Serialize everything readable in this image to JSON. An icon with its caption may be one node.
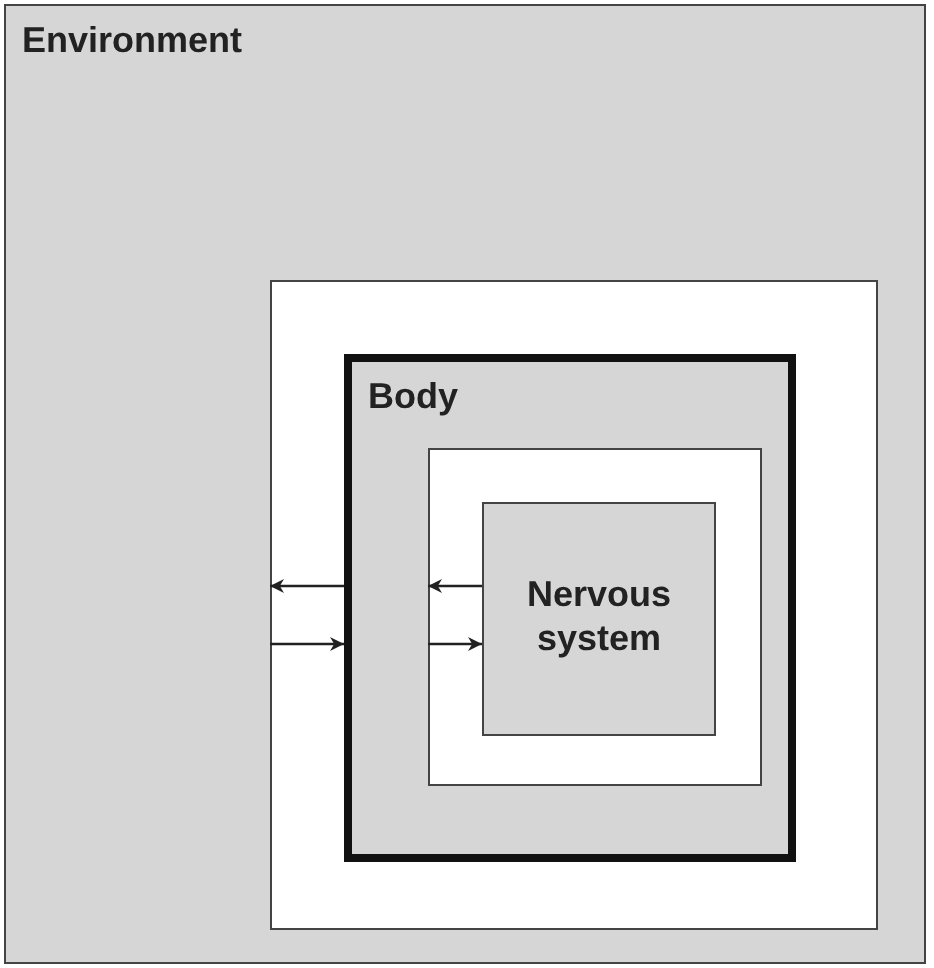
{
  "diagram": {
    "nodes": [
      {
        "text": [
          "Environment"
        ]
      },
      {
        "text": [],
        "shape": "box",
        "in": 0
      },
      {
        "text": [
          "Body"
        ],
        "in": 1
      },
      {
        "text": [],
        "shape": "box",
        "in": 2
      },
      {
        "text": [
          "Nervous system"
        ],
        "in": 3
      }
    ],
    "edges": [
      {
        "from": 2,
        "to": 1,
        "arrow": "to"
      },
      {
        "from": 1,
        "to": 2,
        "arrow": "to"
      },
      {
        "from": 4,
        "to": 3,
        "arrow": "to"
      },
      {
        "from": 3,
        "to": 4,
        "arrow": "to"
      }
    ]
  }
}
